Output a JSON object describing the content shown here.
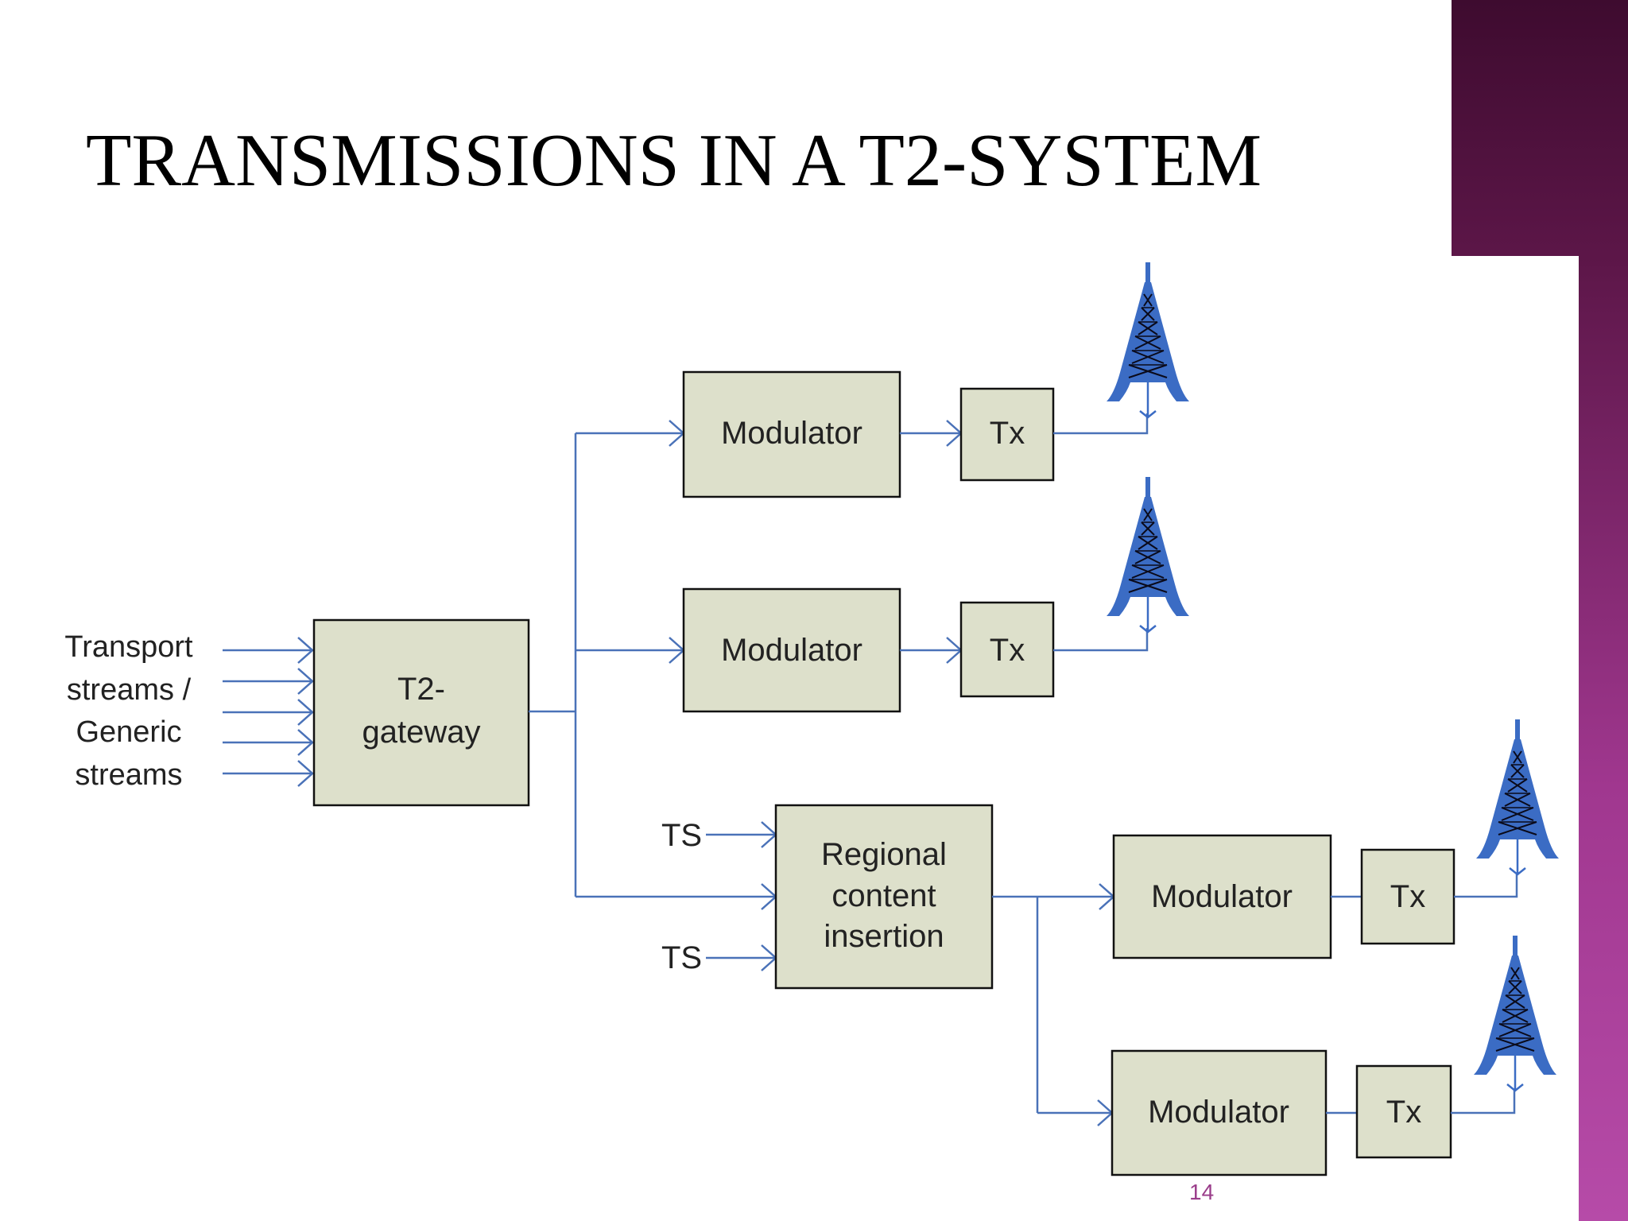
{
  "slide": {
    "title": "TRANSMISSIONS IN A T2-SYSTEM",
    "page_number": "14"
  },
  "diagram": {
    "input_label_lines": [
      "Transport",
      "streams /",
      "Generic",
      "streams"
    ],
    "gateway_lines": [
      "T2-",
      "gateway"
    ],
    "modulator_label": "Modulator",
    "tx_label": "Tx",
    "ts_label": "TS",
    "regional_lines": [
      "Regional",
      "content",
      "insertion"
    ]
  },
  "colors": {
    "block_fill": "#dde0cb",
    "wire": "#4a72b8",
    "tower": "#3b6cc4",
    "accent_purple": "#a0378f"
  }
}
